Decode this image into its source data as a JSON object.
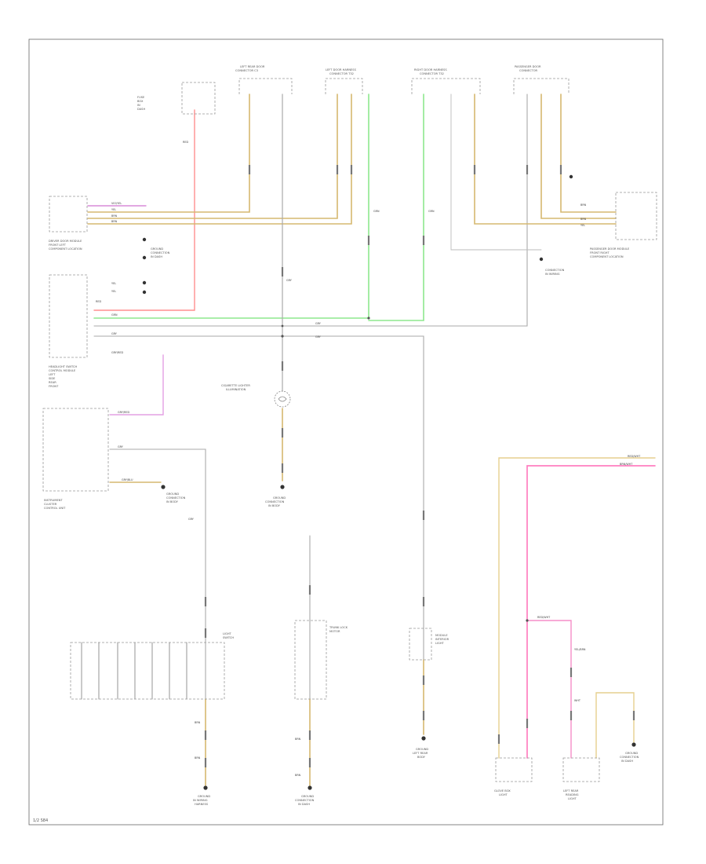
{
  "page_code": "1/2 S84",
  "labels": {
    "left_module_a": [
      "DRIVER DOOR MODULE",
      "FRONT LEFT",
      "COMPONENT LOCATION"
    ],
    "left_module_b": [
      "HEADLIGHT SWITCH",
      "CONTROL MODULE",
      "LEFT",
      "SIDE",
      "REAR",
      "FRONT"
    ],
    "instr_cluster": [
      "INSTRUMENT",
      "CLUSTER",
      "CONTROL UNIT"
    ],
    "right_module": [
      "PASSENGER DOOR MODULE",
      "FRONT RIGHT",
      "COMPONENT LOCATION"
    ],
    "top_fuse": [
      "FUSE",
      "BOX",
      "IN",
      "DASH"
    ],
    "conn_top_a": [
      "LEFT REAR DOOR",
      "CONNECTOR C3"
    ],
    "conn_top_b": [
      "LEFT DOOR HARNESS",
      "CONNECTOR T32"
    ],
    "conn_top_c": [
      "RIGHT DOOR HARNESS",
      "CONNECTOR T32"
    ],
    "conn_top_d": [
      "PASSENGER DOOR",
      "CONNECTOR"
    ],
    "cigarette_lighter": [
      "CIGARETTE LIGHTER",
      "ILLUMINATION"
    ],
    "light_switch": [
      "LIGHT",
      "SWITCH"
    ],
    "trunk_lock": [
      "TRUNK LOCK",
      "MOTOR"
    ],
    "module_mid_right": [
      "MODULE",
      "INTERIOR",
      "LIGHT"
    ],
    "lamp_a": [
      "GLOVE BOX",
      "LIGHT"
    ],
    "lamp_b": [
      "LEFT REAR",
      "READING",
      "LIGHT"
    ],
    "ground_a": [
      "GROUND",
      "CONNECTION",
      "IN DASH"
    ],
    "ground_b": [
      "GROUND",
      "CONNECTION",
      "IN BODY"
    ],
    "ground_c": [
      "GROUND",
      "CONNECTION",
      "IN BODY"
    ],
    "ground_d": [
      "GROUND",
      "IN WIRING",
      "HARNESS"
    ],
    "ground_e": [
      "GROUND",
      "CONNECTION",
      "IN DASH"
    ],
    "ground_f": [
      "GROUND",
      "LEFT REAR",
      "BODY"
    ],
    "ground_g": [
      "GROUND",
      "CONNECTION",
      "IN DASH"
    ],
    "splice": [
      "CONNECTION",
      "IN WIRING"
    ]
  },
  "wire_codes": {
    "vio_yel": "VIO/YEL",
    "yel": "YEL",
    "brn": "BRN",
    "grn": "GRN",
    "gry": "GRY",
    "red": "RED",
    "gry_red": "GRY/RED",
    "red_wht": "RED/WHT",
    "brn_wht": "BRN/WHT",
    "gry_blu": "GRY/BLU",
    "yel_brn": "YEL/BRN",
    "wht": "WHT"
  }
}
